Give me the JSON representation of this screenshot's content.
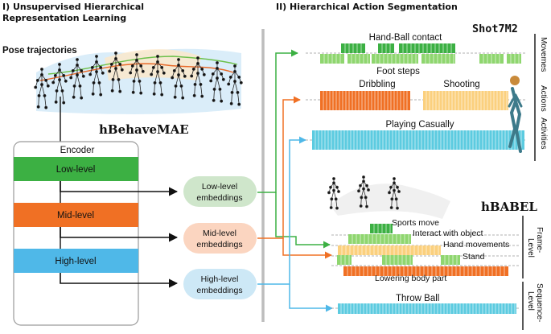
{
  "left": {
    "title_line1": "I) Unsupervised Hierarchical",
    "title_line2": "Representation Learning",
    "pose_label": "Pose trajectories",
    "model_name": "hBehaveMAE",
    "encoder_label": "Encoder",
    "levels": [
      "Low-level",
      "Mid-level",
      "High-level"
    ],
    "embeddings": [
      {
        "line1": "Low-level",
        "line2": "embeddings"
      },
      {
        "line1": "Mid-level",
        "line2": "embeddings"
      },
      {
        "line1": "High-level",
        "line2": "embeddings"
      }
    ]
  },
  "right": {
    "title": "II) Hierarchical Action Segmentation",
    "dataset1": "Shot7M2",
    "dataset2": "hBABEL",
    "shot_labels": {
      "hand_ball": "Hand-Ball contact",
      "foot_steps": "Foot steps",
      "dribbling": "Dribbling",
      "shooting": "Shooting",
      "playing": "Playing Casually"
    },
    "shot_side": [
      "Movemes",
      "Actions",
      "Activities"
    ],
    "babel_labels": {
      "sports_move": "Sports move",
      "interact": "Interact with object",
      "hand_movements": "Hand movements",
      "stand": "Stand",
      "lowering": "Lowering body part",
      "throw_ball": "Throw Ball"
    },
    "babel_side": [
      {
        "line1": "Frame-",
        "line2": "Level"
      },
      {
        "line1": "Sequence-",
        "line2": "Level"
      }
    ]
  },
  "colors": {
    "low": "#3cb043",
    "mid": "#f07024",
    "high": "#4fb8e8",
    "low_light": "#8fd66f",
    "mid_light": "#f9a36a",
    "yellow": "#fbd07e",
    "cyan_bar": "#5ccbe0",
    "emb_low": "#cfe6cb",
    "emb_mid": "#fbd5c0",
    "emb_high": "#cde8f6"
  }
}
